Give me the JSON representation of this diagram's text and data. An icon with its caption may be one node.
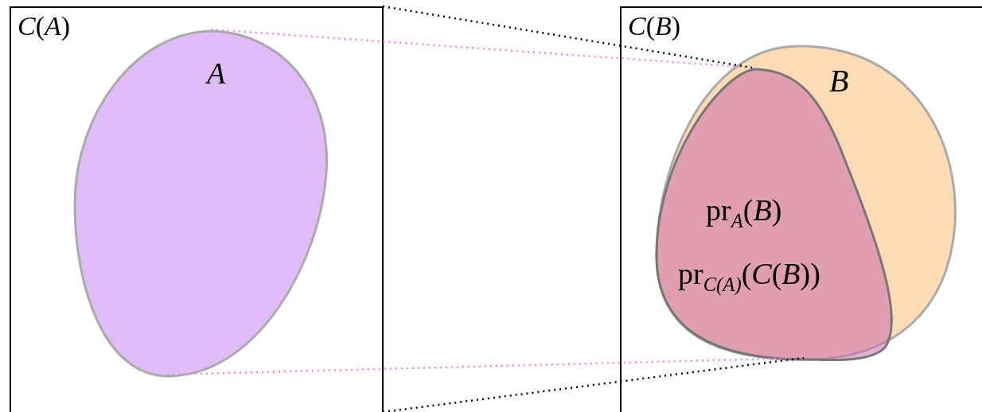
{
  "diagram": {
    "nodes": [
      {
        "text": [
          "*C*(*A*)"
        ]
      },
      {
        "text": [
          "*A*"
        ],
        "in": 0
      },
      {
        "text": [
          "*C*(*B*)"
        ]
      },
      {
        "text": [
          "*B*"
        ],
        "in": 2
      },
      {
        "text": [
          "pr$_{A}$(*B*)",
          "pr$_{C(A)}$(*C*(*B*))"
        ],
        "in": 3
      }
    ],
    "edges": [
      {
        "from": 1,
        "to": 4,
        "arrow": "none",
        "style": "dashed",
        "color": "#ee82ee"
      },
      {
        "from": 0,
        "to": 4,
        "arrow": "none",
        "style": "dashed",
        "color": "#000000"
      },
      {
        "from": 1,
        "to": 4,
        "arrow": "none",
        "style": "dashed",
        "color": "#ee82ee"
      },
      {
        "from": 0,
        "to": 4,
        "arrow": "none",
        "style": "dashed",
        "color": "#000000"
      }
    ]
  }
}
